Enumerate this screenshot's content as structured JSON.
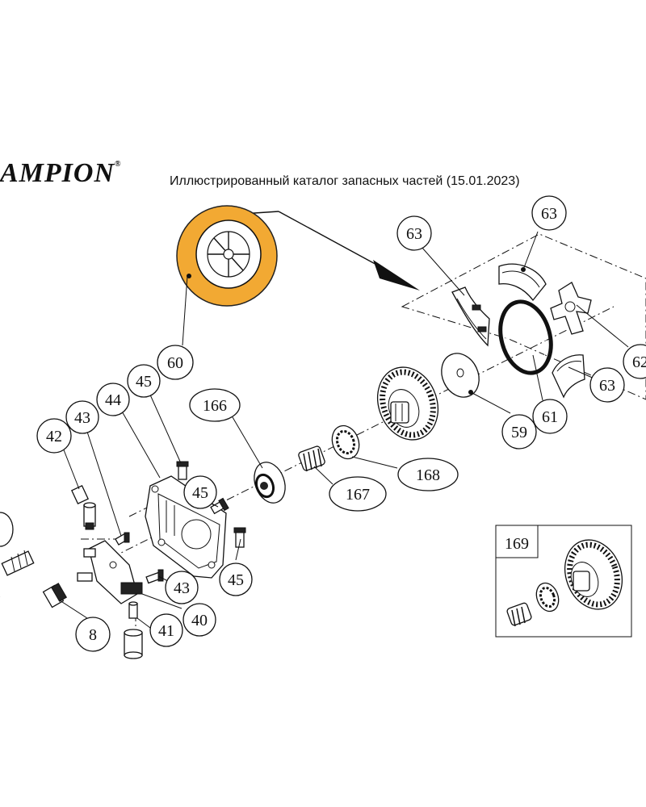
{
  "header": {
    "brand": "AMPION",
    "brand_mark": "®",
    "subtitle": "Иллюстрированный каталог запасных частей (15.01.2023)"
  },
  "callouts": {
    "c60": "60",
    "c63a": "63",
    "c63b": "63",
    "c62": "62",
    "c63c": "63",
    "c59": "59",
    "c61": "61",
    "c166": "166",
    "c168": "168",
    "c167": "167",
    "c42": "42",
    "c43a": "43",
    "c44": "44",
    "c45a": "45",
    "c45b": "45",
    "c45c": "45",
    "c43b": "43",
    "c40": "40",
    "c41": "41",
    "c8": "8",
    "c169": "169"
  },
  "colors": {
    "highlight": "#F2A933"
  }
}
